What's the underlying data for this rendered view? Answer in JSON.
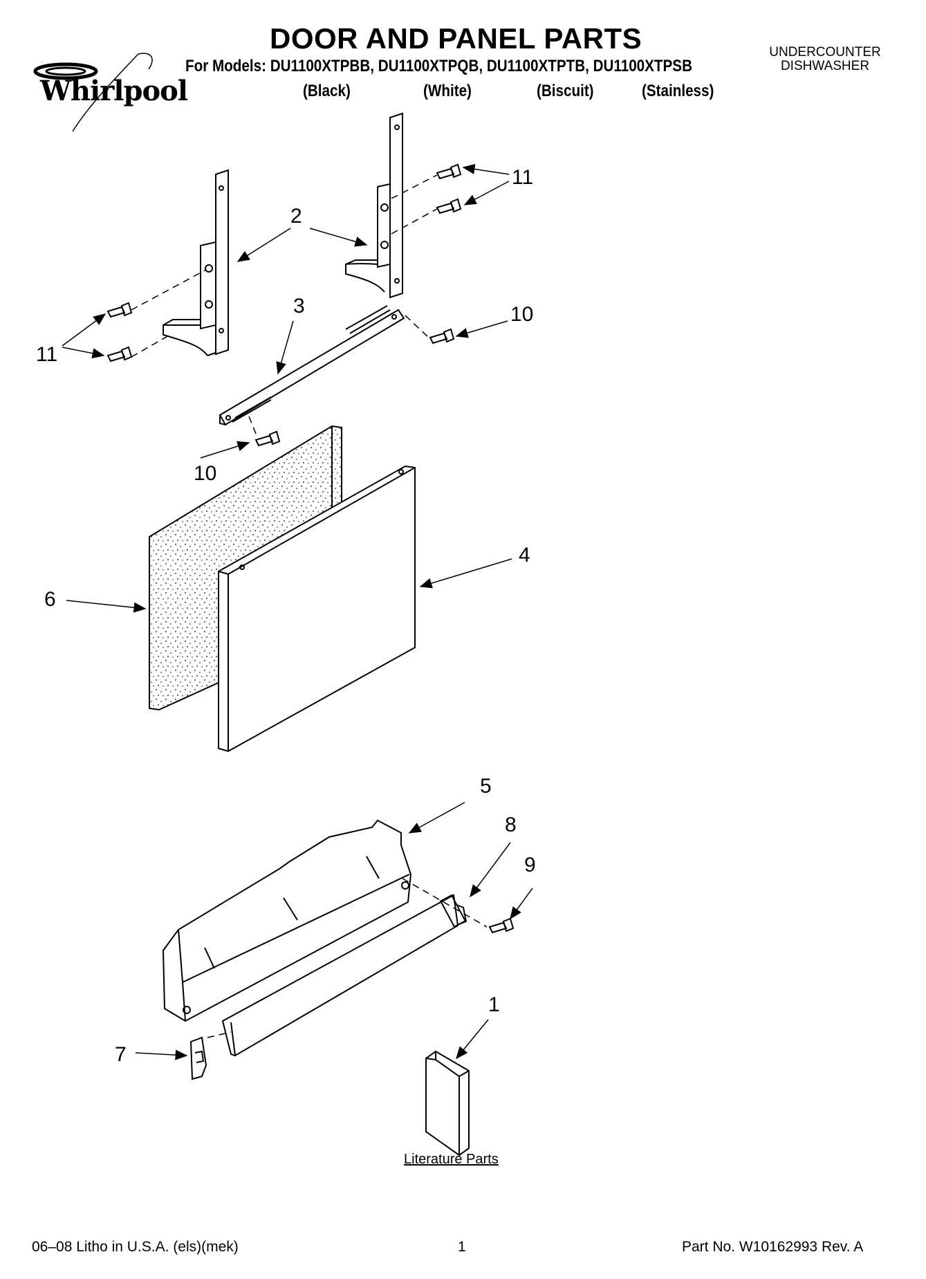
{
  "brand": "Whirlpool",
  "title": "DOOR AND PANEL PARTS",
  "models_line": "For Models: DU1100XTPBB, DU1100XTPQB, DU1100XTPTB, DU1100XTPSB",
  "variants": [
    "(Black)",
    "(White)",
    "(Biscuit)",
    "(Stainless)"
  ],
  "appliance": {
    "line1": "UNDERCOUNTER",
    "line2": "DISHWASHER"
  },
  "callouts": {
    "c11_top": "11",
    "c2": "2",
    "c11_left": "11",
    "c3": "3",
    "c10_right": "10",
    "c10_left": "10",
    "c4": "4",
    "c6": "6",
    "c5": "5",
    "c8": "8",
    "c9": "9",
    "c1": "1",
    "c7": "7"
  },
  "literature_caption": "Literature Parts",
  "footer": {
    "left": "06–08 Litho in U.S.A. (els)(mek)",
    "page": "1",
    "part_no": "Part No. W10162993 Rev. A"
  }
}
